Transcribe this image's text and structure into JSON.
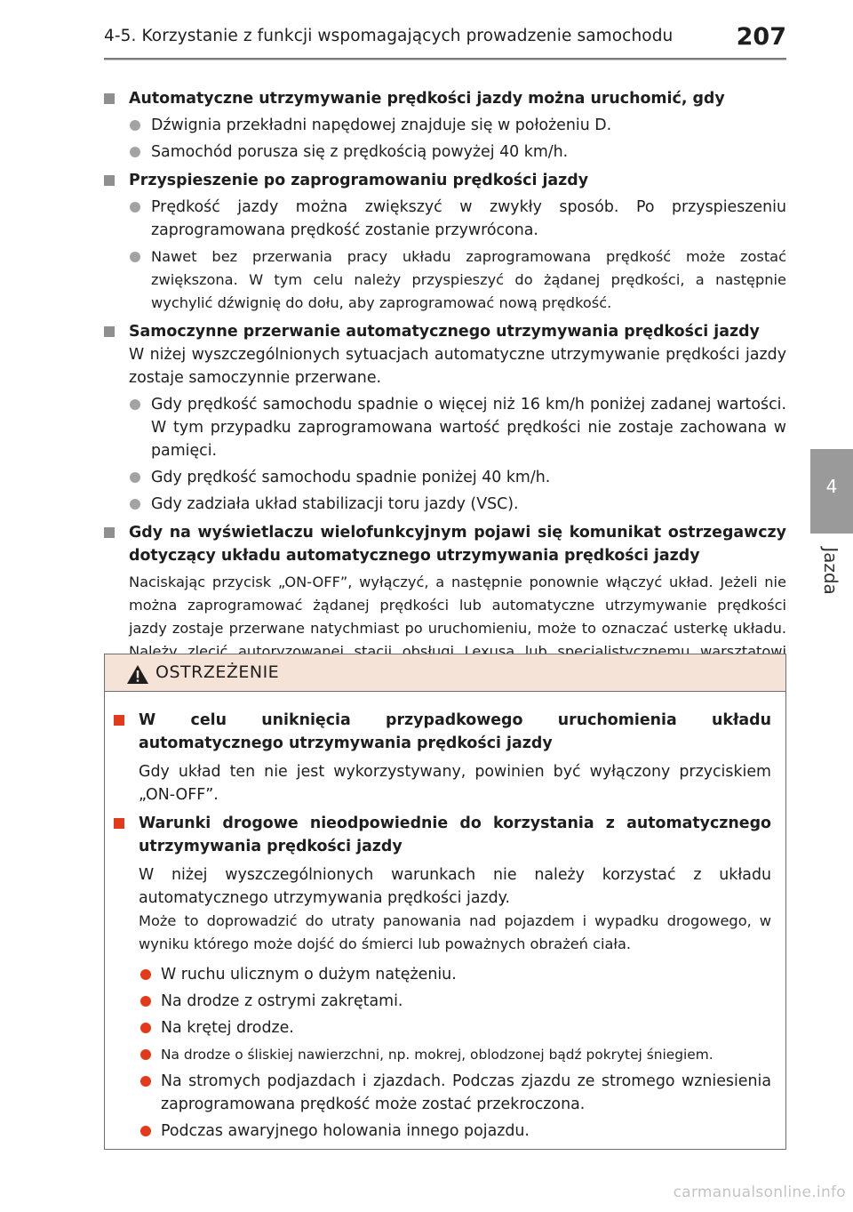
{
  "header": {
    "section_title": "4-5. Korzystanie z funkcji wspomagających prowadzenie samochodu",
    "page_number": "207"
  },
  "side_tab": {
    "number": "4",
    "label": "Jazda"
  },
  "content": {
    "s1_title": "Automatyczne utrzymywanie prędkości jazdy można uruchomić, gdy",
    "s1_b1": "Dźwignia przekładni napędowej znajduje się w położeniu D.",
    "s1_b2": "Samochód porusza się z prędkością powyżej 40 km/h.",
    "s2_title": "Przyspieszenie po zaprogramowaniu prędkości jazdy",
    "s2_b1": "Prędkość jazdy można zwiększyć w zwykły sposób. Po przyspieszeniu zaprogramowana prędkość zostanie przywrócona.",
    "s2_b2": "Nawet bez przerwania pracy układu zaprogramowana prędkość może zostać zwiększona. W tym celu należy przyspieszyć do żądanej prędkości, a następnie wychylić dźwignię do dołu, aby zaprogramować nową prędkość.",
    "s3_title": "Samoczynne przerwanie automatycznego utrzymywania prędkości jazdy",
    "s3_text": "W niżej wyszczególnionych sytuacjach automatyczne utrzymywanie prędkości jazdy zostaje samoczynnie przerwane.",
    "s3_b1": "Gdy prędkość samochodu spadnie o więcej niż 16 km/h poniżej zadanej wartości. W tym przypadku zaprogramowana wartość prędkości nie zostaje zachowana w pamięci.",
    "s3_b2": "Gdy prędkość samochodu spadnie poniżej 40 km/h.",
    "s3_b3": "Gdy zadziała układ stabilizacji toru jazdy (VSC).",
    "s4_title": "Gdy na wyświetlaczu wielofunkcyjnym pojawi się komunikat ostrzegawczy dotyczący układu automatycznego utrzymywania prędkości jazdy",
    "s4_text": "Naciskając przycisk „ON-OFF”, wyłączyć, a następnie ponownie włączyć układ. Jeżeli nie można zaprogramować żądanej prędkości lub automatyczne utrzymywanie prędkości jazdy zostaje przerwane natychmiast po uruchomieniu, może to oznaczać usterkę układu. Należy zlecić autoryzowanej stacji obsługi Lexusa lub specjalistycznemu warsztatowi sprawdzenie samochodu."
  },
  "warning": {
    "title": "OSTRZEŻENIE",
    "w1_title": "W celu uniknięcia przypadkowego uruchomienia układu automatycznego utrzymywania prędkości jazdy",
    "w1_text": "Gdy układ ten nie jest wykorzystywany, powinien być wyłączony przyciskiem „ON-OFF”.",
    "w2_title": "Warunki drogowe nieodpowiednie do korzystania z automatycznego utrzymywania prędkości jazdy",
    "w2_text1": "W niżej wyszczególnionych warunkach nie należy korzystać z układu automatycznego utrzymywania prędkości jazdy.",
    "w2_text2": "Może to doprowadzić do utraty panowania nad pojazdem i wypadku drogowego, w wyniku którego może dojść do śmierci lub poważnych obrażeń ciała.",
    "w2_b1": "W ruchu ulicznym o dużym natężeniu.",
    "w2_b2": "Na drodze z ostrymi zakrętami.",
    "w2_b3": "Na krętej drodze.",
    "w2_b4": "Na drodze o śliskiej nawierzchni, np. mokrej, oblodzonej bądź pokrytej śniegiem.",
    "w2_b5": "Na stromych podjazdach i zjazdach. Podczas zjazdu ze stromego wzniesienia zaprogramowana prędkość może zostać przekroczona.",
    "w2_b6": "Podczas awaryjnego holowania innego pojazdu."
  },
  "watermark": "carmanualsonline.info",
  "colors": {
    "accent_red": "#e23a1a",
    "warning_header_bg": "#f5e3d7",
    "tab_gray": "#9a9a9a"
  }
}
